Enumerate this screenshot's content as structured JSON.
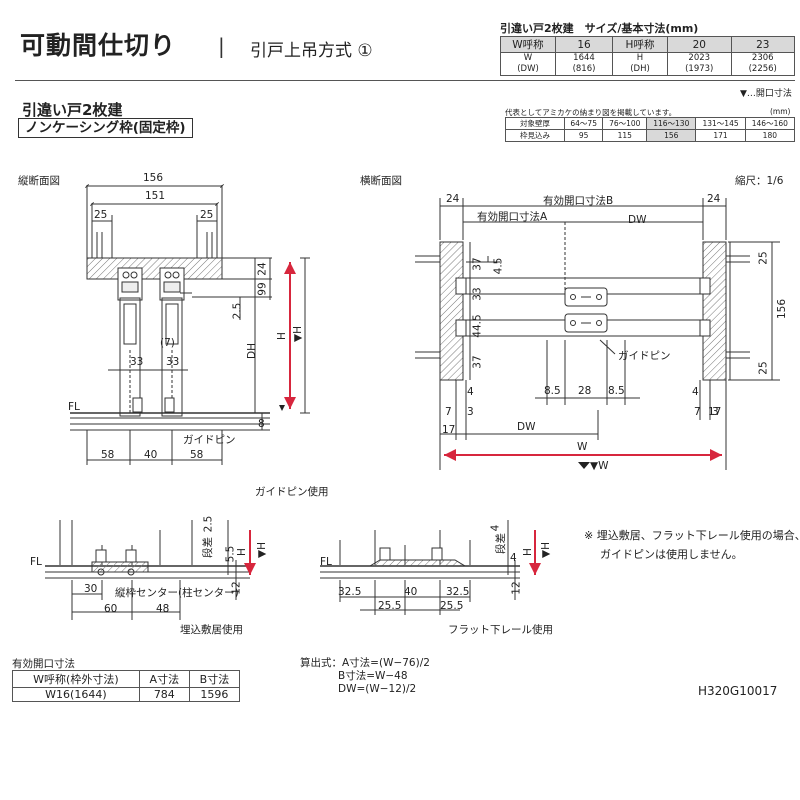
{
  "header": {
    "title": "可動間仕切り",
    "separator": "|",
    "subtitle": "引戸上吊方式 ①"
  },
  "size_table": {
    "caption": "引違い戸2枚建　サイズ/基本寸法(mm)",
    "w_head": "W呼称",
    "w_val": "16",
    "h_head": "H呼称",
    "h_vals": [
      "20",
      "23"
    ],
    "w_label": "W",
    "w_label2": "(DW)",
    "w_dim": "1644",
    "w_dim2": "(816)",
    "h_label": "H",
    "h_label2": "(DH)",
    "h_dims": [
      "2023",
      "2306"
    ],
    "h_dims2": [
      "(1973)",
      "(2256)"
    ],
    "note": "▼…開口寸法"
  },
  "section": {
    "title": "引違い戸2枚建",
    "subtitle": "ノンケーシング枠(固定枠)"
  },
  "wall_table": {
    "caption": "代表としてアミカケの納まり図を掲載しています。",
    "unit": "(mm)",
    "row1_head": "対象壁厚",
    "row1": [
      "64～75",
      "76～100",
      "116～130",
      "131～145",
      "146～160"
    ],
    "row2_head": "枠見込み",
    "row2": [
      "95",
      "115",
      "156",
      "171",
      "180"
    ]
  },
  "views": {
    "vertical": "縦断面図",
    "horizontal": "横断面図",
    "scale": "縮尺：1/6"
  },
  "dims_vertical": {
    "d156": "156",
    "d151": "151",
    "d25a": "25",
    "d25b": "25",
    "d24": "24",
    "d99": "99",
    "d25_5": "2.5",
    "d7": "(7)",
    "d33a": "33",
    "d33b": "33",
    "dh": "DH",
    "h": "H",
    "hv": "▼H",
    "fl": "FL",
    "d8": "8",
    "d58a": "58",
    "d40": "40",
    "d58b": "58",
    "guide": "ガイドピン",
    "caption": "ガイドピン使用"
  },
  "dims_horizontal": {
    "d24a": "24",
    "d24b": "24",
    "effB": "有効開口寸法B",
    "effA": "有効開口寸法A",
    "dw": "DW",
    "d4_5": "4.5",
    "d37a": "37",
    "d33": "33",
    "d44_5": "44.5",
    "d37b": "37",
    "d25a": "25",
    "d156": "156",
    "d25b": "25",
    "guide": "ガイドピン",
    "d8_5a": "8.5",
    "d28": "28",
    "d8_5b": "8.5",
    "d4a": "4",
    "d4b": "4",
    "d3a": "3",
    "d3b": "3",
    "d7a": "7",
    "d7b": "7",
    "d17a": "17",
    "d17b": "17",
    "dw2": "DW",
    "w": "W",
    "wv": "▼W"
  },
  "detail_left": {
    "fl": "FL",
    "step": "段差",
    "d25": "2.5",
    "d55": "5.5",
    "h": "H",
    "hv": "▼H",
    "d12": "12",
    "d30": "30",
    "center": "縦枠センター(柱センター)",
    "d60": "60",
    "d48": "48",
    "caption": "埋込敷居使用"
  },
  "detail_right": {
    "fl": "FL",
    "step": "段差",
    "d4a": "4",
    "d4b": "4",
    "h": "H",
    "hv": "▼H",
    "d12": "12",
    "d325a": "32.5",
    "d40": "40",
    "d325b": "32.5",
    "d255a": "25.5",
    "d255b": "25.5",
    "caption": "フラット下レール使用"
  },
  "note": {
    "mark": "※",
    "line1": "埋込敷居、フラット下レール使用の場合、",
    "line2": "ガイドピンは使用しません。"
  },
  "effective_table": {
    "title": "有効開口寸法",
    "heads": [
      "W呼称(枠外寸法)",
      "A寸法",
      "B寸法"
    ],
    "row": [
      "W16(1644)",
      "784",
      "1596"
    ]
  },
  "formula": {
    "l1": "算出式：A寸法=(W−76)/2",
    "l2": "B寸法=W−48",
    "l3": "DW=(W−12)/2"
  },
  "code": "H320G10017",
  "colors": {
    "accent": "#d7263d",
    "line": "#333333",
    "hatch": "#666666"
  }
}
